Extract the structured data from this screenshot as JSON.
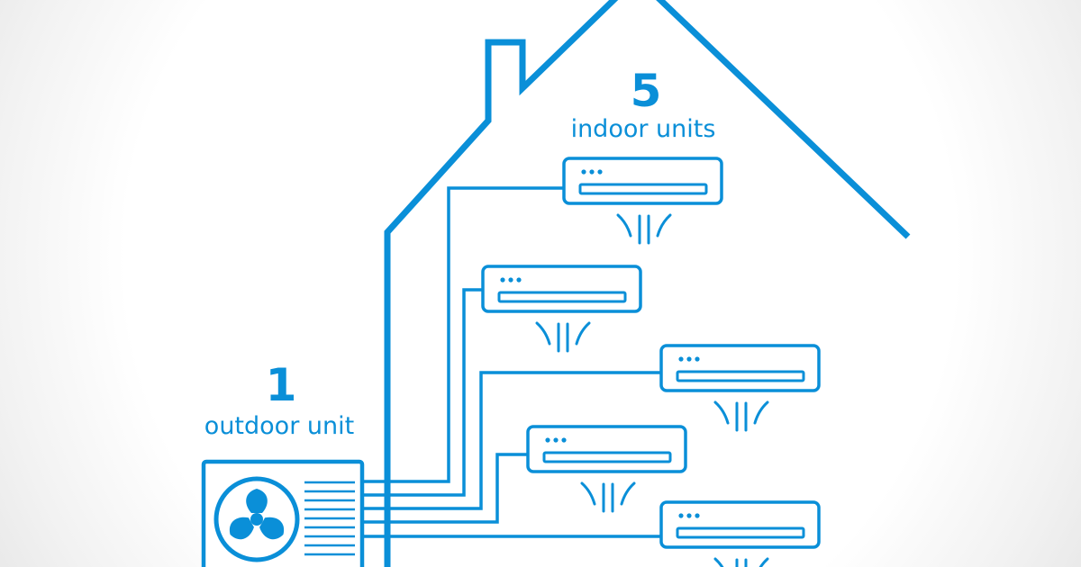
{
  "colors": {
    "accent": "#0a8fd8"
  },
  "labels": {
    "indoor_count": "5",
    "indoor_text": "indoor units",
    "outdoor_count": "1",
    "outdoor_text": "outdoor unit"
  },
  "icons": {
    "outdoor_unit": "outdoor-ac-unit-icon",
    "fan": "fan-icon",
    "indoor_unit": "wall-mounted-ac-icon"
  }
}
